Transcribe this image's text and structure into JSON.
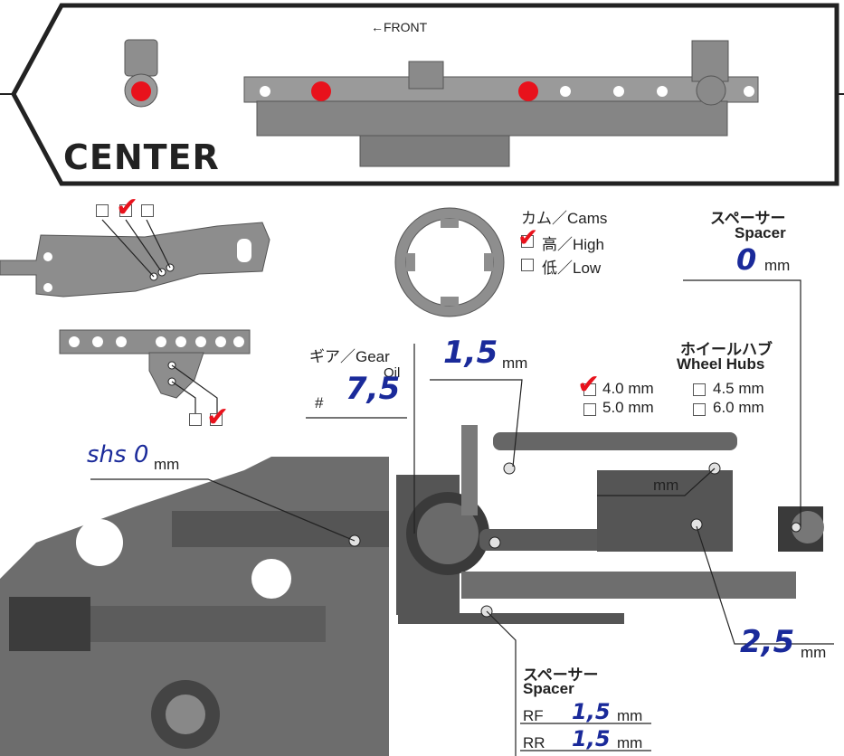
{
  "header": {
    "front_label": "←FRONT",
    "section_title": "CENTER"
  },
  "cams": {
    "title": "カム／Cams",
    "options": [
      {
        "label": "高／High",
        "checked": true
      },
      {
        "label": "低／Low",
        "checked": false
      }
    ]
  },
  "spacer_top": {
    "title_jp": "スペーサー",
    "title_en": "Spacer",
    "value": "0",
    "unit": "mm"
  },
  "wheel_hubs": {
    "title_jp": "ホイールハブ",
    "title_en": "Wheel Hubs",
    "options": [
      {
        "label": "4.0 mm",
        "checked": true
      },
      {
        "label": "4.5 mm",
        "checked": false
      },
      {
        "label": "5.0 mm",
        "checked": false
      },
      {
        "label": "6.0 mm",
        "checked": false
      }
    ]
  },
  "gear": {
    "title": "ギア／Gear",
    "sub": "Oil",
    "hash": "#",
    "value": "7,5"
  },
  "camber_link": {
    "value": "1,5",
    "unit": "mm"
  },
  "steering_link": {
    "unit": "mm"
  },
  "toe_link": {
    "value": "2,5",
    "unit": "mm"
  },
  "shock": {
    "value": "shs 0",
    "unit": "mm"
  },
  "spacer_bottom": {
    "title_jp": "スペーサー",
    "title_en": "Spacer",
    "rows": [
      {
        "label": "RF",
        "value": "1,5",
        "unit": "mm"
      },
      {
        "label": "RR",
        "value": "1,5",
        "unit": "mm"
      }
    ]
  },
  "colors": {
    "accent_red": "#e8121c",
    "value_blue": "#1a2a9a",
    "part_gray": "#8a8a8a"
  }
}
